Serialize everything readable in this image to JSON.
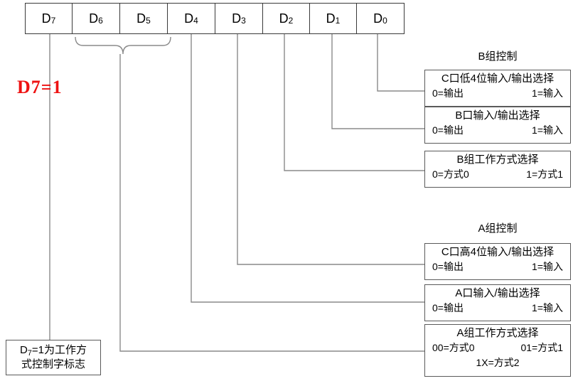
{
  "bits": [
    {
      "name": "D",
      "sub": "7"
    },
    {
      "name": "D",
      "sub": "6"
    },
    {
      "name": "D",
      "sub": "5"
    },
    {
      "name": "D",
      "sub": "4"
    },
    {
      "name": "D",
      "sub": "3"
    },
    {
      "name": "D",
      "sub": "2"
    },
    {
      "name": "D",
      "sub": "1"
    },
    {
      "name": "D",
      "sub": "0"
    }
  ],
  "marker": {
    "text": "D7=1",
    "color": "#ee1111"
  },
  "note": {
    "line1_pre": "D",
    "line1_sub": "7",
    "line1_post": "=1为工作方",
    "line2": "式控制字标志"
  },
  "group_b": {
    "title": "B组控制",
    "boxes": [
      {
        "head": "C口低4位输入/输出选择",
        "left": "0=输出",
        "right": "1=输入"
      },
      {
        "head": "B口输入/输出选择",
        "left": "0=输出",
        "right": "1=输入"
      },
      {
        "head": "B组工作方式选择",
        "left": "0=方式0",
        "right": "1=方式1"
      }
    ]
  },
  "group_a": {
    "title": "A组控制",
    "boxes": [
      {
        "head": "C口高4位输入/输出选择",
        "left": "0=输出",
        "right": "1=输入"
      },
      {
        "head": "A口输入/输出选择",
        "left": "0=输出",
        "right": "1=输入"
      },
      {
        "head": "A组工作方式选择",
        "left": "00=方式0",
        "right": "01=方式1",
        "extra": "1X=方式2"
      }
    ]
  }
}
